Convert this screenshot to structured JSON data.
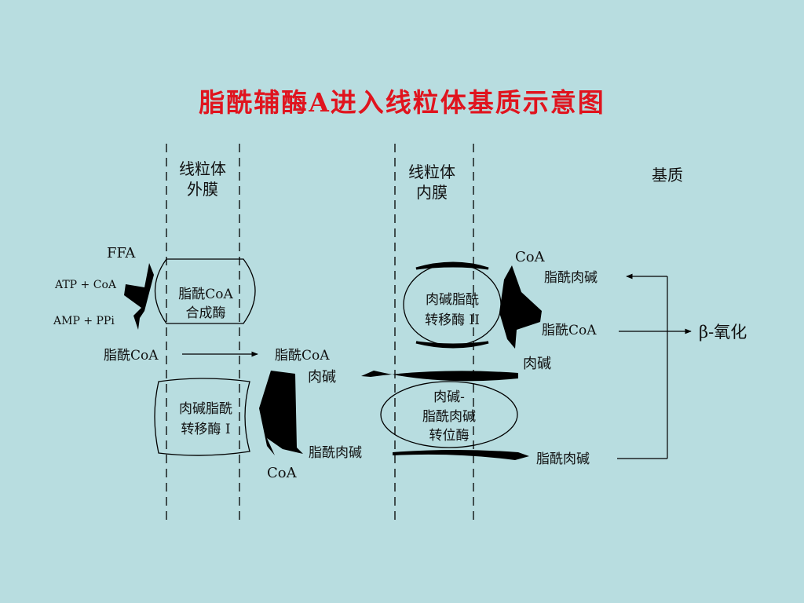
{
  "title": "脂酰辅酶A进入线粒体基质示意图",
  "colors": {
    "background": "#b8dde0",
    "title": "#e0141e",
    "ink": "#000000"
  },
  "labels": {
    "outer_membrane": [
      "线粒体",
      "外膜"
    ],
    "inner_membrane": [
      "线粒体",
      "内膜"
    ],
    "matrix": "基质",
    "ffa": "FFA",
    "atp_coa": "ATP + CoA",
    "amp_ppi": "AMP + PPi",
    "synthetase": [
      "脂酰CoA",
      "合成酶"
    ],
    "acyl_coa_left": "脂酰CoA",
    "acyl_coa_mid": "脂酰CoA",
    "carnitine_mid": "肉碱",
    "cat1": [
      "肉碱脂酰",
      "转移酶 I"
    ],
    "acylcarnitine_mid": "脂酰肉碱",
    "coa_bottom": "CoA",
    "cat2": [
      "肉碱脂酰",
      "转移酶 II"
    ],
    "coa_top": "CoA",
    "acylcarnitine_top": "脂酰肉碱",
    "acyl_coa_right": "脂酰CoA",
    "carnitine_right": "肉碱",
    "translocase": [
      "肉碱-",
      "脂酰肉碱",
      "转位酶"
    ],
    "acylcarnitine_right": "脂酰肉碱",
    "beta_oxidation": "β-氧化"
  }
}
